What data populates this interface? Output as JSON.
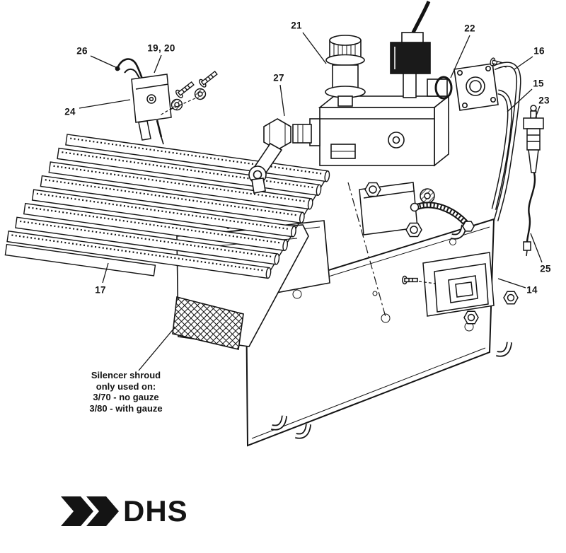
{
  "callouts": [
    {
      "label": "26"
    },
    {
      "label": "19, 20"
    },
    {
      "label": "24"
    },
    {
      "label": "21"
    },
    {
      "label": "27"
    },
    {
      "label": "22"
    },
    {
      "label": "16"
    },
    {
      "label": "15"
    },
    {
      "label": "23"
    },
    {
      "label": "25"
    },
    {
      "label": "14"
    },
    {
      "label": "17"
    }
  ],
  "note": {
    "line1": "Silencer shroud",
    "line2": "only used on:",
    "line3": "3/70 - no gauze",
    "line4": "3/80 - with gauze"
  },
  "logo": {
    "text": "DHS"
  },
  "colors": {
    "line": "#141414",
    "background": "#ffffff"
  }
}
